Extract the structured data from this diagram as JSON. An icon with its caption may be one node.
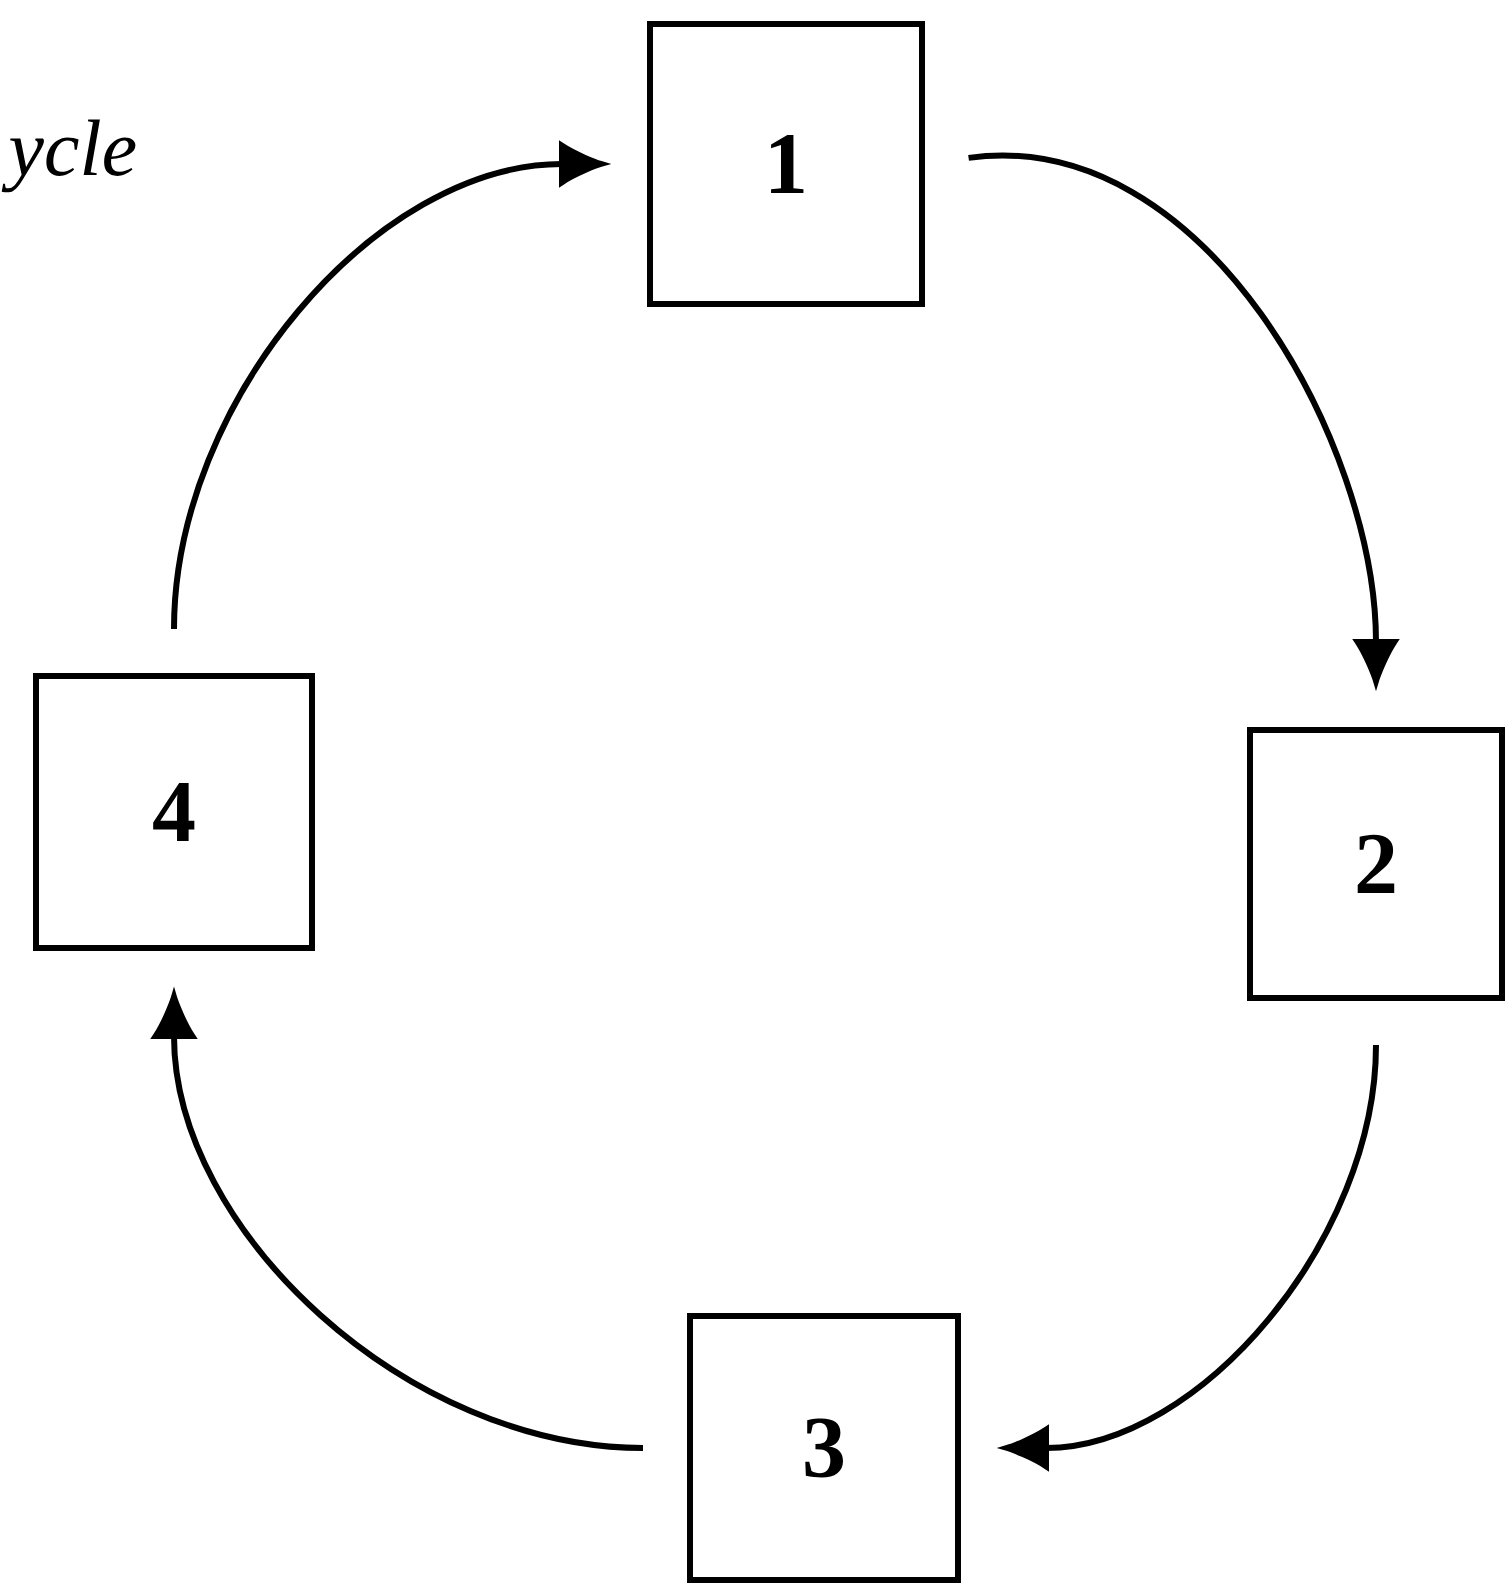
{
  "diagram": {
    "nodes": [
      {
        "text": [
          "1"
        ]
      },
      {
        "text": [
          "2"
        ]
      },
      {
        "text": [
          "3"
        ]
      },
      {
        "text": [
          "4"
        ]
      }
    ],
    "edges": [
      {
        "from": 0,
        "to": 1,
        "arrow": "to"
      },
      {
        "from": 1,
        "to": 2,
        "arrow": "to"
      },
      {
        "from": 2,
        "to": 3,
        "arrow": "to"
      },
      {
        "from": 3,
        "to": 0,
        "arrow": "to"
      }
    ],
    "labels": [
      "ycle"
    ]
  }
}
